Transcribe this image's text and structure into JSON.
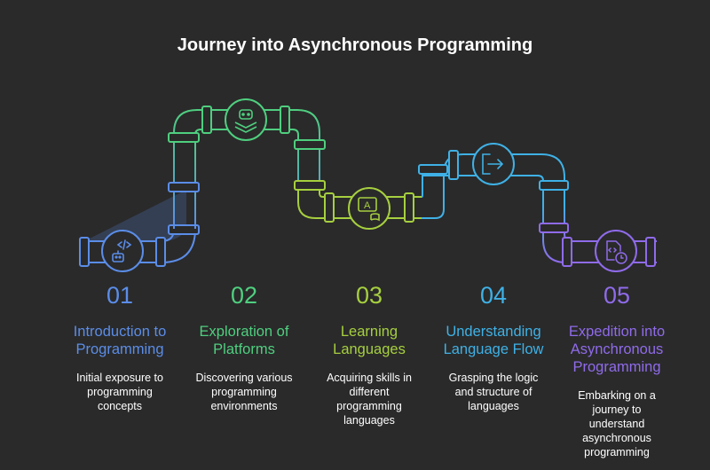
{
  "title": "Journey into Asynchronous Programming",
  "colors": {
    "background": "#2a2a2a",
    "step1": "#5b8de8",
    "step2": "#4fcf7f",
    "step3": "#a6cf3f",
    "step4": "#3fb1e6",
    "step5": "#8f6bea"
  },
  "steps": [
    {
      "number": "01",
      "heading_lines": [
        "Introduction to",
        "Programming"
      ],
      "desc_lines": [
        "Initial exposure to",
        "programming",
        "concepts"
      ],
      "icon": "robot-code-icon",
      "color": "#5b8de8"
    },
    {
      "number": "02",
      "heading_lines": [
        "Exploration of",
        "Platforms"
      ],
      "desc_lines": [
        "Discovering various",
        "programming",
        "environments"
      ],
      "icon": "platform-stack-icon",
      "color": "#4fcf7f"
    },
    {
      "number": "03",
      "heading_lines": [
        "Learning",
        "Languages"
      ],
      "desc_lines": [
        "Acquiring skills in",
        "different",
        "programming",
        "languages"
      ],
      "icon": "language-learning-icon",
      "color": "#a6cf3f"
    },
    {
      "number": "04",
      "heading_lines": [
        "Understanding",
        "Language Flow"
      ],
      "desc_lines": [
        "Grasping the logic",
        "and structure of",
        "languages"
      ],
      "icon": "flow-exit-icon",
      "color": "#3fb1e6"
    },
    {
      "number": "05",
      "heading_lines": [
        "Expedition into",
        "Asynchronous",
        "Programming"
      ],
      "desc_lines": [
        "Embarking on a",
        "journey to",
        "understand",
        "asynchronous",
        "programming"
      ],
      "icon": "code-document-clock-icon",
      "color": "#8f6bea"
    }
  ]
}
